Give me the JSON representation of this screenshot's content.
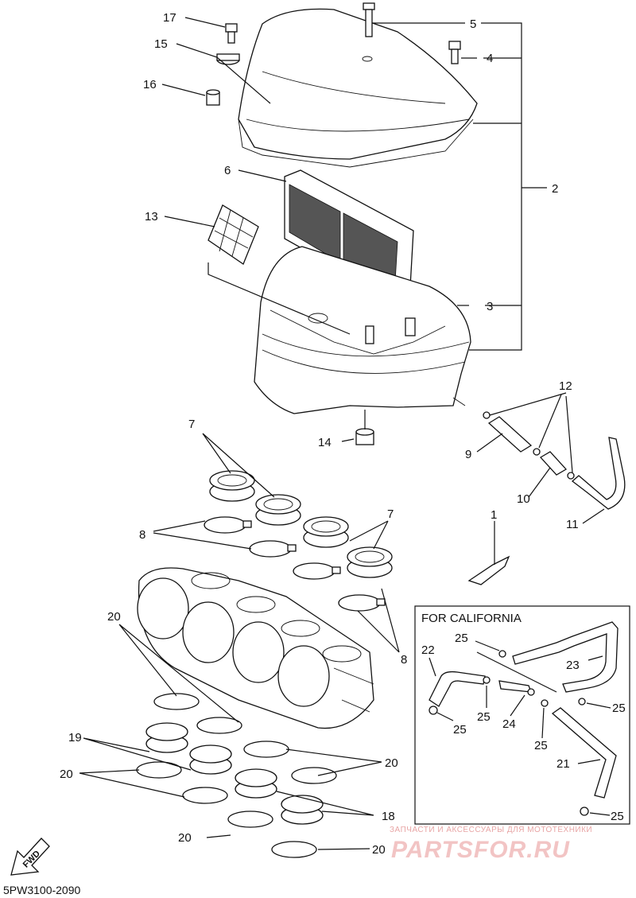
{
  "callouts": {
    "c17": "17",
    "c15": "15",
    "c16": "16",
    "c5": "5",
    "c4": "4",
    "c2": "2",
    "c6": "6",
    "c13": "13",
    "c3": "3",
    "c12": "12",
    "c14": "14",
    "c9": "9",
    "c10": "10",
    "c11": "11",
    "c7a": "7",
    "c7b": "7",
    "c1": "1",
    "c8a": "8",
    "c8b": "8",
    "c20a": "20",
    "c19": "19",
    "c20b": "20",
    "c20c": "20",
    "c20d": "20",
    "c18": "18",
    "c20e": "20",
    "ca25a": "25",
    "ca22": "22",
    "ca23": "23",
    "ca25b": "25",
    "ca25c": "25",
    "ca24": "24",
    "ca25d": "25",
    "ca21": "21",
    "ca25e": "25",
    "ca25f": "25"
  },
  "california_box": {
    "title": "FOR CALIFORNIA"
  },
  "fwd_label": "FWD",
  "diagram_code": "5PW3100-2090",
  "watermark": {
    "top": "ЗАПЧАСТИ И АКСЕССУАРЫ ДЛЯ МОТОТЕХНИКИ",
    "brand": "PARTSFOR.RU"
  },
  "colors": {
    "line": "#111111",
    "watermark": "#f2c4c4"
  }
}
